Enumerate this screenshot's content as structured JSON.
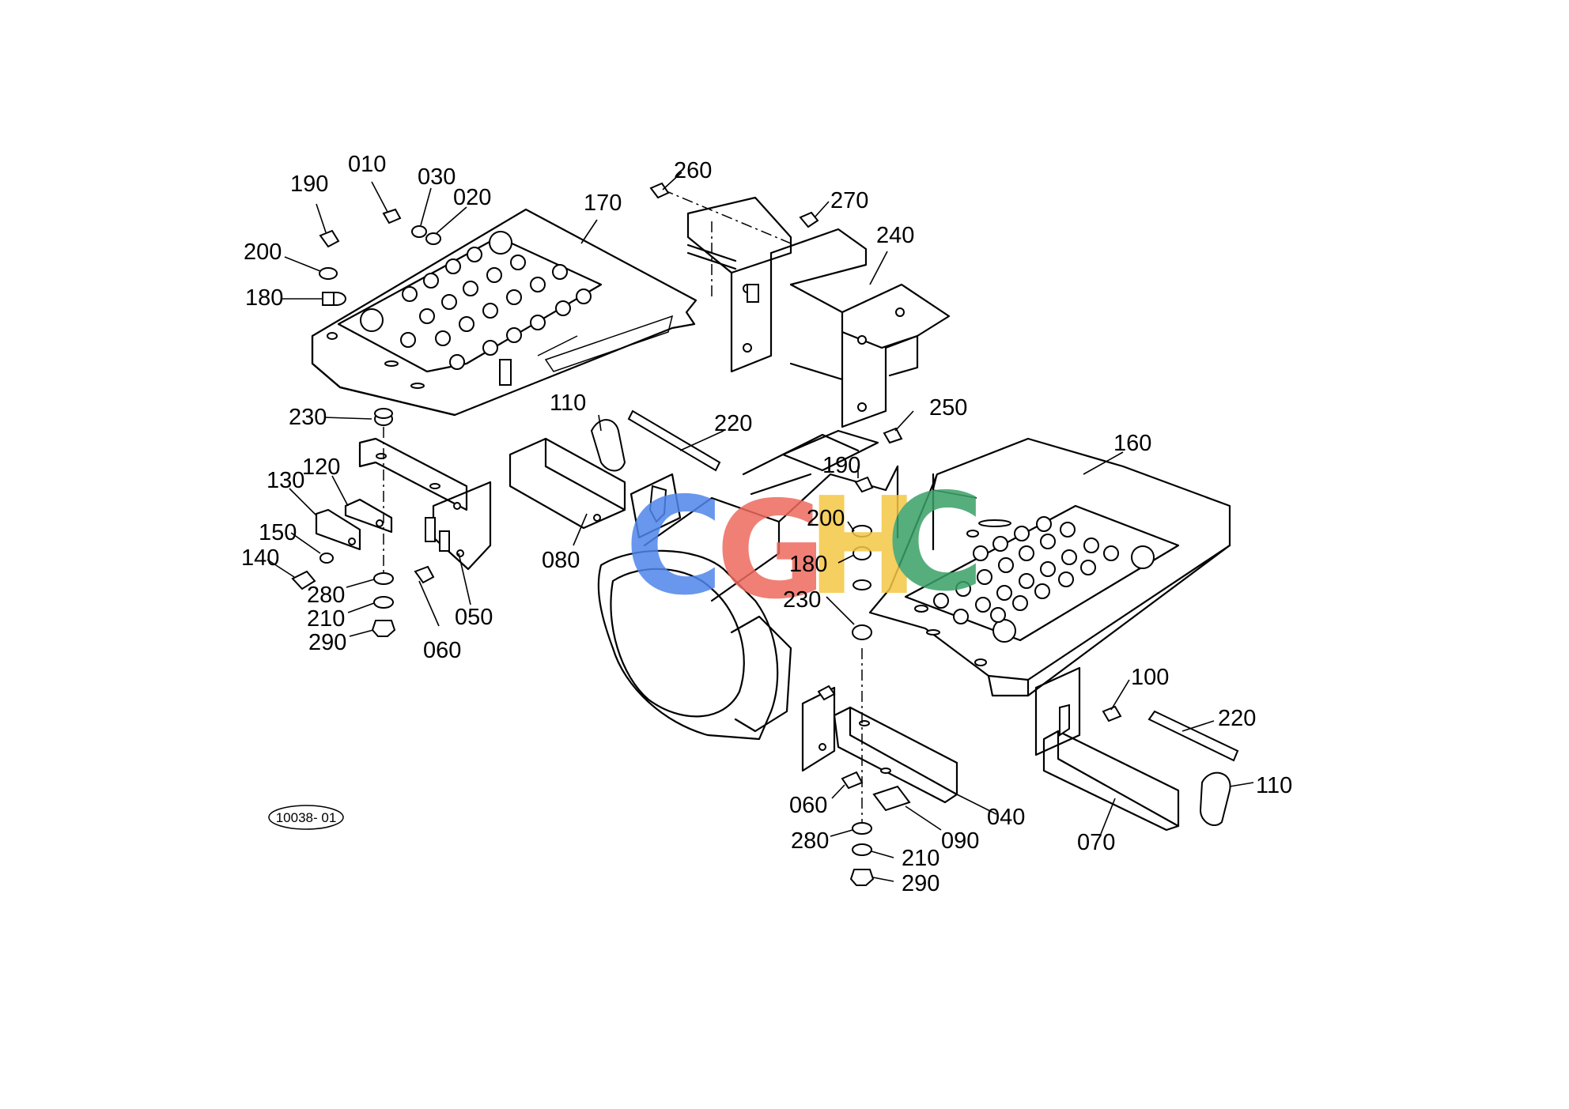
{
  "diagram": {
    "drawing_id": "10038- 01",
    "watermark": {
      "letters": [
        "C",
        "G",
        "H",
        "C"
      ],
      "colors": [
        "#4f86ec",
        "#ee6a5e",
        "#f4c744",
        "#3aa067"
      ]
    },
    "callouts": {
      "p010": "010",
      "p030": "030",
      "p020": "020",
      "p190a": "190",
      "p200a": "200",
      "p180a": "180",
      "p170": "170",
      "p260": "260",
      "p270": "270",
      "p240": "240",
      "p250": "250",
      "p230a": "230",
      "p110a": "110",
      "p220a": "220",
      "p120": "120",
      "p130": "130",
      "p150": "150",
      "p140": "140",
      "p280a": "280",
      "p210a": "210",
      "p290a": "290",
      "p060a": "060",
      "p050": "050",
      "p080": "080",
      "p190b": "190",
      "p160": "160",
      "p200b": "200",
      "p180b": "180",
      "p230b": "230",
      "p100": "100",
      "p220b": "220",
      "p110b": "110",
      "p060b": "060",
      "p040": "040",
      "p090": "090",
      "p280b": "280",
      "p210b": "210",
      "p290b": "290",
      "p070": "070"
    }
  }
}
